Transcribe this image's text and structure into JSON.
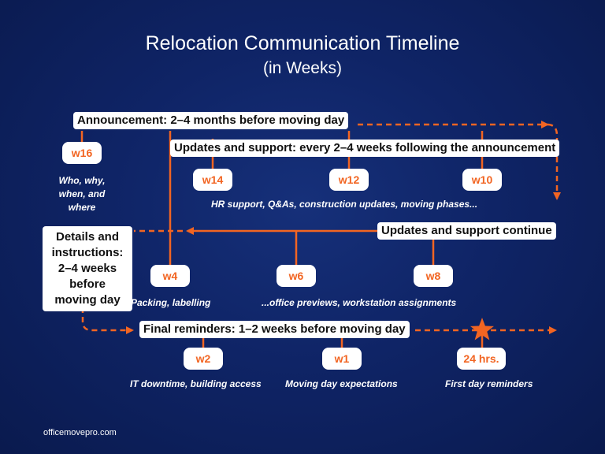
{
  "title": "Relocation Communication Timeline",
  "subtitle": "(in Weeks)",
  "phases": {
    "announcement": "Announcement: 2–4 months before moving day",
    "updates": "Updates and support: every 2–4 weeks following the announcement",
    "updates_continue": "Updates and support continue",
    "details": "Details and instructions: 2–4 weeks before moving day",
    "final": "Final reminders: 1–2 weeks before moving day"
  },
  "weeks": {
    "w16": "w16",
    "w14": "w14",
    "w12": "w12",
    "w10": "w10",
    "w8": "w8",
    "w6": "w6",
    "w4": "w4",
    "w2": "w2",
    "w1": "w1",
    "h24": "24 hrs."
  },
  "notes": {
    "w16": "Who, why, when, and where",
    "updates_topics": "HR support, Q&As, construction updates, moving phases...",
    "w4": "Packing, labelling",
    "w6_w8": "...office previews, workstation assignments",
    "w2": "IT downtime, building access",
    "w1": "Moving day expectations",
    "h24": "First day reminders"
  },
  "source": "officemovepro.com",
  "colors": {
    "accent": "#f26522",
    "background": "#0f2466",
    "label_bg": "#ffffff"
  }
}
